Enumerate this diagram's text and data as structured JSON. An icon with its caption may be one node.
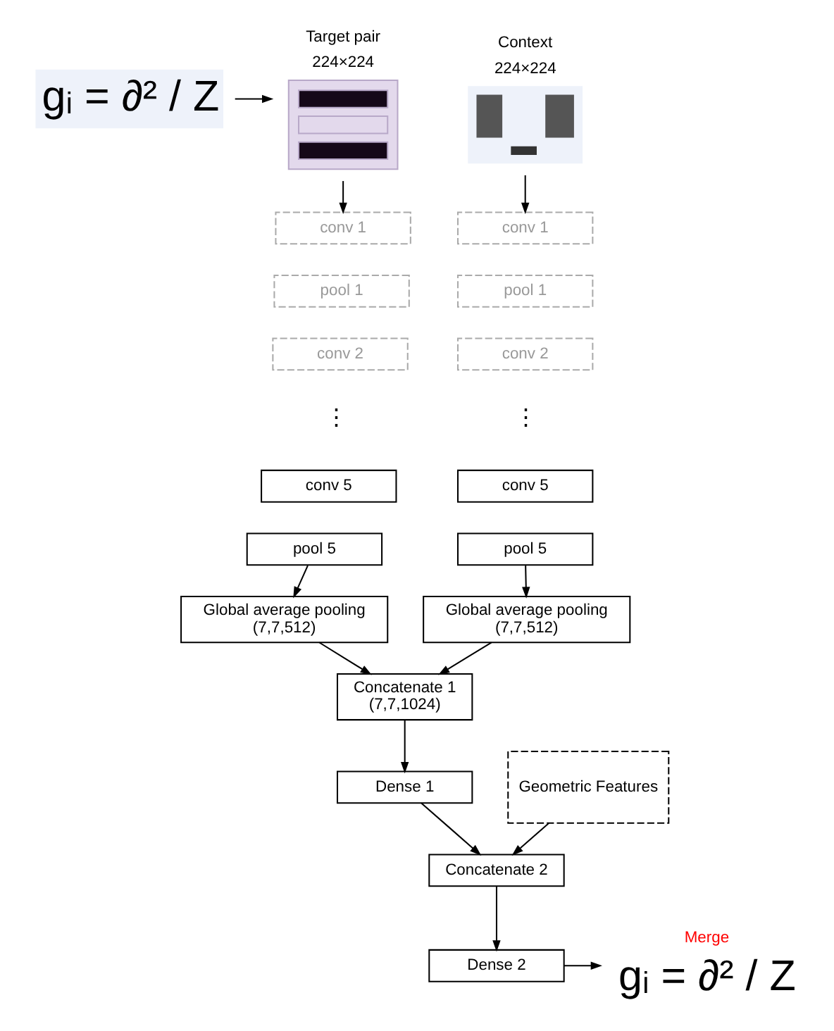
{
  "diagram": {
    "nodes": [
      {
        "text": [
          "gᵢ = ∂² / Z"
        ]
      },
      {
        "text": [],
        "shape": "picture",
        "beside": [
          "Target pair",
          "224×224"
        ]
      },
      {
        "text": [],
        "shape": "picture",
        "beside": [
          "Context",
          "224×224"
        ]
      },
      {
        "text": [
          "conv 1"
        ]
      },
      {
        "text": [
          "pool 1"
        ]
      },
      {
        "text": [
          "conv 2"
        ]
      },
      {
        "text": [
          "conv 1"
        ]
      },
      {
        "text": [
          "pool 1"
        ]
      },
      {
        "text": [
          "conv 2"
        ]
      },
      {
        "text": [
          "conv 5"
        ]
      },
      {
        "text": [
          "pool 5"
        ]
      },
      {
        "text": [
          "conv 5"
        ]
      },
      {
        "text": [
          "pool 5"
        ]
      },
      {
        "text": [
          "Global average pooling",
          "(7,7,512)"
        ]
      },
      {
        "text": [
          "Global average pooling",
          "(7,7,512)"
        ]
      },
      {
        "text": [
          "Concatenate 1",
          "(7,7,1024)"
        ]
      },
      {
        "text": [
          "Geometric Features"
        ]
      },
      {
        "text": [
          "Dense 1"
        ]
      },
      {
        "text": [
          "Concatenate 2"
        ]
      },
      {
        "text": [
          "Dense 2"
        ]
      },
      {
        "text": [
          "gᵢ = ∂² / Z"
        ],
        "beside": [
          "Merge"
        ]
      }
    ],
    "edges": [
      {
        "from": 0,
        "to": 1,
        "arrow": "to"
      },
      {
        "from": 1,
        "to": 3,
        "arrow": "to"
      },
      {
        "from": 2,
        "to": 6,
        "arrow": "to"
      },
      {
        "from": 10,
        "to": 13,
        "arrow": "to"
      },
      {
        "from": 12,
        "to": 14,
        "arrow": "to"
      },
      {
        "from": 13,
        "to": 15,
        "arrow": "to"
      },
      {
        "from": 14,
        "to": 15,
        "arrow": "to"
      },
      {
        "from": 15,
        "to": 17,
        "arrow": "to"
      },
      {
        "from": 16,
        "to": 18,
        "arrow": "to"
      },
      {
        "from": 17,
        "to": 18,
        "arrow": "to"
      },
      {
        "from": 18,
        "to": 19,
        "arrow": "to"
      },
      {
        "from": 19,
        "to": 20,
        "arrow": "to"
      }
    ],
    "labels": [
      "⋮",
      "⋮"
    ]
  }
}
